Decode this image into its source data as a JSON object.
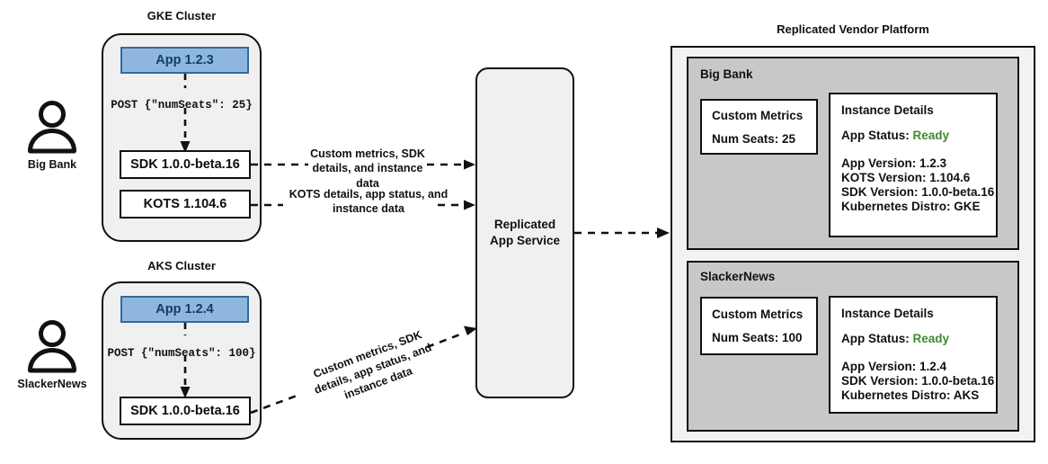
{
  "actors": [
    {
      "icon": "person-icon",
      "label": "Big Bank"
    },
    {
      "icon": "person-icon",
      "label": "SlackerNews"
    }
  ],
  "clusters": [
    {
      "title": "GKE Cluster",
      "app": "App 1.2.3",
      "post": "POST {\"numSeats\": 25}",
      "components": [
        "SDK 1.0.0-beta.16",
        "KOTS 1.104.6"
      ]
    },
    {
      "title": "AKS Cluster",
      "app": "App 1.2.4",
      "post": "POST {\"numSeats\": 100}",
      "components": [
        "SDK 1.0.0-beta.16"
      ]
    }
  ],
  "service": {
    "line1": "Replicated",
    "line2": "App Service"
  },
  "edges": {
    "sdk_gke": "Custom metrics, SDK details, and instance data",
    "kots_gke": "KOTS details, app status, and instance data",
    "sdk_aks": "Custom metrics, SDK details, app status, and instance data"
  },
  "platform": {
    "title": "Replicated Vendor Platform",
    "tenants": [
      {
        "name": "Big Bank",
        "metrics": {
          "heading": "Custom Metrics",
          "line": "Num Seats: 25"
        },
        "details": {
          "heading": "Instance Details",
          "status_label": "App Status:",
          "status_value": "Ready",
          "lines": [
            "App Version: 1.2.3",
            "KOTS Version: 1.104.6",
            "SDK Version: 1.0.0-beta.16",
            "Kubernetes Distro: GKE"
          ]
        }
      },
      {
        "name": "SlackerNews",
        "metrics": {
          "heading": "Custom Metrics",
          "line": "Num Seats: 100"
        },
        "details": {
          "heading": "Instance Details",
          "status_label": "App Status:",
          "status_value": "Ready",
          "lines": [
            "App Version: 1.2.4",
            "SDK Version: 1.0.0-beta.16",
            "Kubernetes Distro: AKS"
          ]
        }
      }
    ]
  },
  "colors": {
    "app_fill": "#8fb7dd",
    "app_border": "#36699c",
    "tenant_fill": "#c8c8c8",
    "platform_fill": "#f2f2f2",
    "cluster_fill": "#f0f0f0",
    "status_ready": "#3d8b2e"
  }
}
